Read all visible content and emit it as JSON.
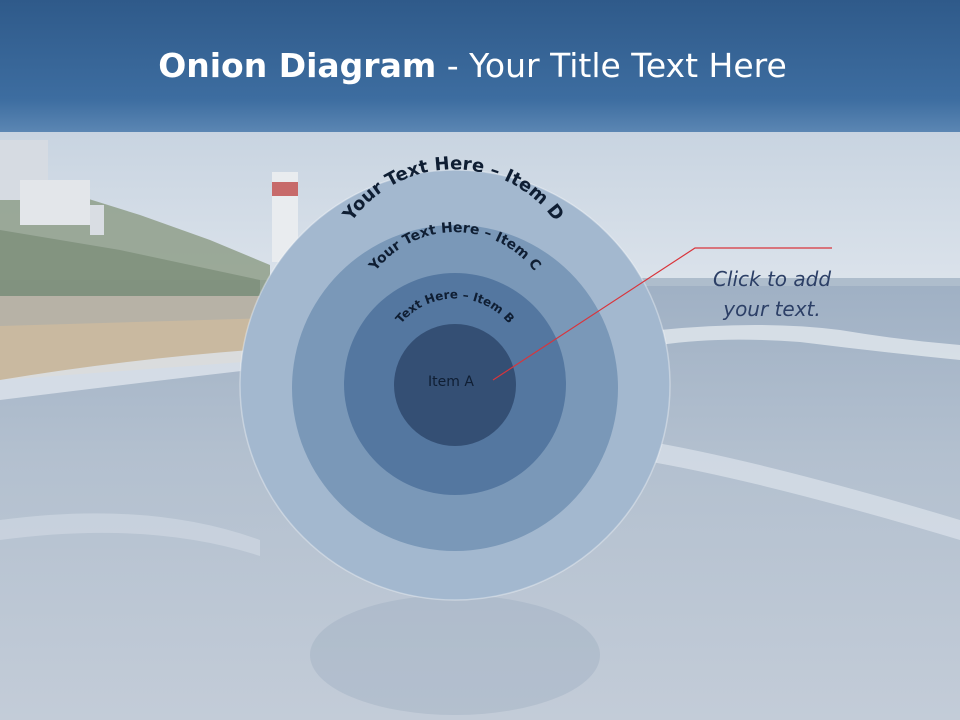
{
  "slide": {
    "title_bold": "Onion Diagram",
    "title_rest": " - Your Title Text Here"
  },
  "onion": {
    "layers": [
      {
        "label": "Your Text Here – Item D",
        "color": "#a3b8cf"
      },
      {
        "label": "Your Text Here – Item C",
        "color": "#7a98b8"
      },
      {
        "label": "Text Here – Item B",
        "color": "#5477a0"
      },
      {
        "label": "Item A",
        "color": "#344f74"
      }
    ]
  },
  "callout": {
    "line1": "Click  to add",
    "line2": "your text.",
    "line_color": "#d9343b"
  }
}
